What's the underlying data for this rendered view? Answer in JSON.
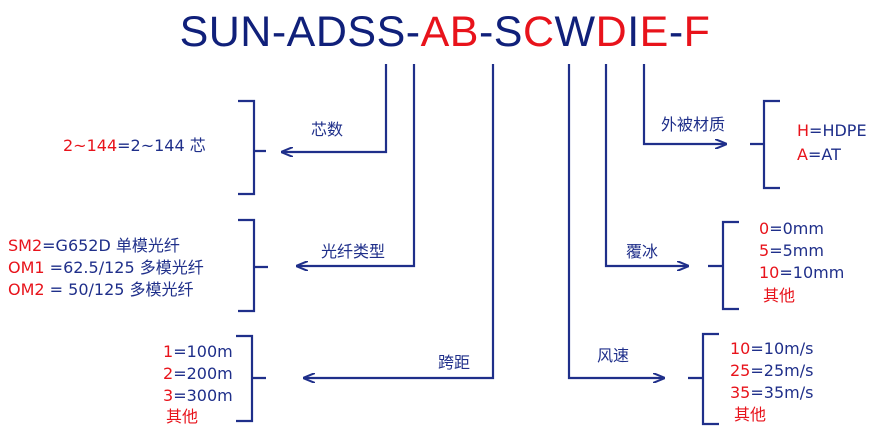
{
  "colors": {
    "navy": "#10207a",
    "red": "#e8131b",
    "line": "#1f2f8a"
  },
  "title": {
    "parts": [
      {
        "text": "SUN-ADSS-",
        "color": "#10207a"
      },
      {
        "text": "AB",
        "color": "#e8131b"
      },
      {
        "text": "-S",
        "color": "#10207a"
      },
      {
        "text": "C",
        "color": "#e8131b"
      },
      {
        "text": "W",
        "color": "#10207a"
      },
      {
        "text": "D",
        "color": "#e8131b"
      },
      {
        "text": "I",
        "color": "#10207a"
      },
      {
        "text": "E",
        "color": "#e8131b"
      },
      {
        "text": "-",
        "color": "#10207a"
      },
      {
        "text": "F",
        "color": "#e8131b"
      }
    ]
  },
  "fiber_count": {
    "label": "芯数",
    "items": [
      {
        "code": "2~144",
        "desc": "=2~144 芯"
      }
    ]
  },
  "fiber_type": {
    "label": "光纤类型",
    "items": [
      {
        "code": "SM2",
        "desc": "=G652D 单模光纤"
      },
      {
        "code": "OM1",
        "desc": " =62.5/125 多模光纤"
      },
      {
        "code": "OM2",
        "desc": " = 50/125 多模光纤"
      }
    ]
  },
  "span": {
    "label": "跨距",
    "items": [
      {
        "code": "1",
        "desc": "=100m"
      },
      {
        "code": "2",
        "desc": "=200m"
      },
      {
        "code": "3",
        "desc": "=300m"
      },
      {
        "code": "其他",
        "desc": ""
      }
    ]
  },
  "sheath": {
    "label": "外被材质",
    "items": [
      {
        "code": "H",
        "desc": "=HDPE"
      },
      {
        "code": "A",
        "desc": "=AT"
      }
    ]
  },
  "ice": {
    "label": "覆冰",
    "items": [
      {
        "code": "0",
        "desc": "=0mm"
      },
      {
        "code": "5",
        "desc": "=5mm"
      },
      {
        "code": "10",
        "desc": "=10mm"
      },
      {
        "code": "其他",
        "desc": ""
      }
    ]
  },
  "wind": {
    "label": "风速",
    "items": [
      {
        "code": "10",
        "desc": "=10m/s"
      },
      {
        "code": "25",
        "desc": "=25m/s"
      },
      {
        "code": "35",
        "desc": "=35m/s"
      },
      {
        "code": "其他",
        "desc": ""
      }
    ]
  }
}
